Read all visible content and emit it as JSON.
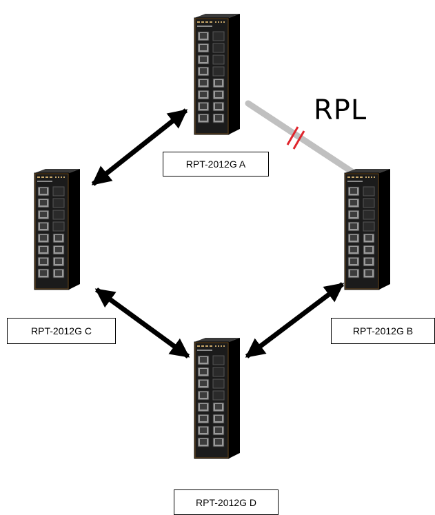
{
  "rpl_label": "RPL",
  "colors": {
    "link": "#000000",
    "rpl_link": "#c0c0c0",
    "rpl_break": "#e0242b",
    "switch_body": "#1b1b1b",
    "switch_side": "#000000",
    "switch_top": "#3a3a3a"
  },
  "switches": [
    {
      "id": "a",
      "label": "RPT-2012G A"
    },
    {
      "id": "b",
      "label": "RPT-2012G B"
    },
    {
      "id": "c",
      "label": "RPT-2012G C"
    },
    {
      "id": "d",
      "label": "RPT-2012G D"
    }
  ],
  "links": [
    {
      "from": "a",
      "to": "c",
      "type": "bidirectional"
    },
    {
      "from": "c",
      "to": "d",
      "type": "bidirectional"
    },
    {
      "from": "d",
      "to": "b",
      "type": "bidirectional"
    },
    {
      "from": "a",
      "to": "b",
      "type": "rpl-blocked"
    }
  ]
}
